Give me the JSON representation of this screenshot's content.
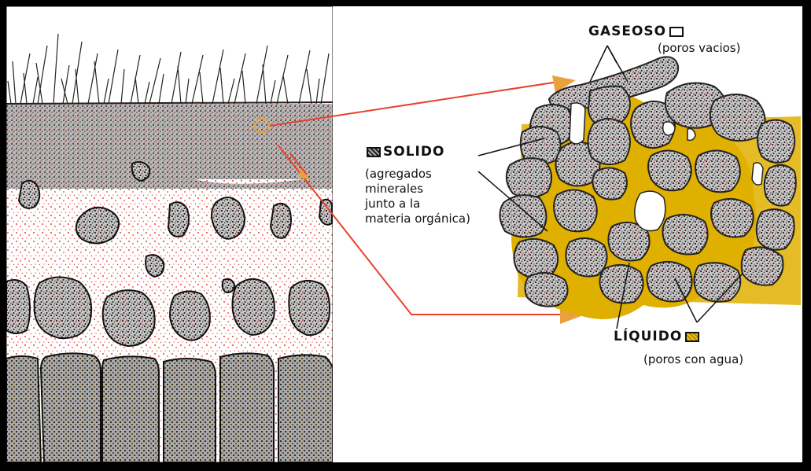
{
  "labels": {
    "gaseoso_title": "GASEOSO",
    "gaseoso_sub": "(poros vacios)",
    "solido_title": "SOLIDO",
    "solido_sub": [
      "(agregados",
      "minerales",
      "junto a la",
      "materia orgánica)"
    ],
    "liquido_title": "LÍQUIDO",
    "liquido_sub": "(poros con agua)"
  },
  "colors": {
    "frame": "#000000",
    "arrow": "#e8412c",
    "arrowhead": "#e9a23b",
    "water": "#e0b000",
    "grain": "#555555",
    "pink_speckle": "#e8413a"
  },
  "icons": {
    "gaseoso_swatch": "empty-rectangle-icon",
    "solido_swatch": "hatched-gray-rectangle-icon",
    "liquido_swatch": "hatched-yellow-rectangle-icon"
  }
}
